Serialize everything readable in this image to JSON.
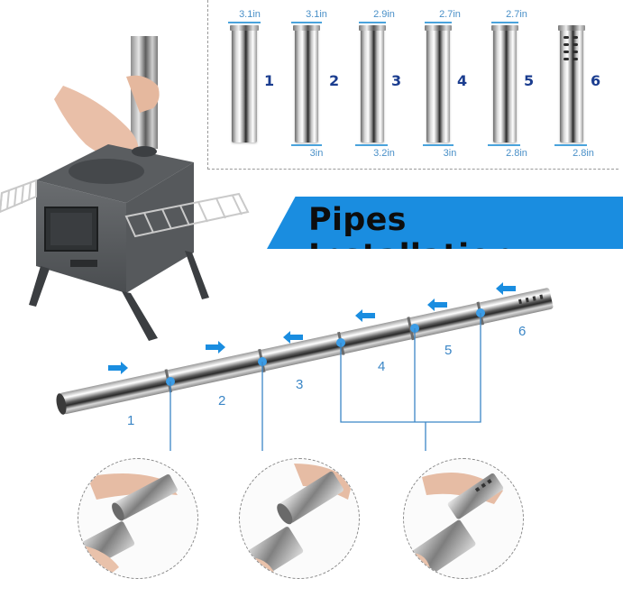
{
  "banner": {
    "title": "Pipes Installation"
  },
  "pipes": [
    {
      "number": "1",
      "top_dim": "3.1in",
      "bottom_dim": "",
      "perforated": false
    },
    {
      "number": "2",
      "top_dim": "3.1in",
      "bottom_dim": "3in",
      "perforated": false
    },
    {
      "number": "3",
      "top_dim": "2.9in",
      "bottom_dim": "3.2in",
      "perforated": false
    },
    {
      "number": "4",
      "top_dim": "2.7in",
      "bottom_dim": "3in",
      "perforated": false
    },
    {
      "number": "5",
      "top_dim": "2.7in",
      "bottom_dim": "2.8in",
      "perforated": false
    },
    {
      "number": "6",
      "top_dim": "",
      "bottom_dim": "2.8in",
      "perforated": true
    }
  ],
  "diagram": {
    "segment_labels": [
      "1",
      "2",
      "3",
      "4",
      "5",
      "6"
    ],
    "arrow_color": "#1a8de0",
    "accent_color": "#3b86c6"
  },
  "colors": {
    "banner": "#1a8de0",
    "pipe_number": "#1b3d8f",
    "dimension": "#4a90c8"
  },
  "icons": [
    "arrow-left-icon",
    "arrow-right-icon"
  ]
}
